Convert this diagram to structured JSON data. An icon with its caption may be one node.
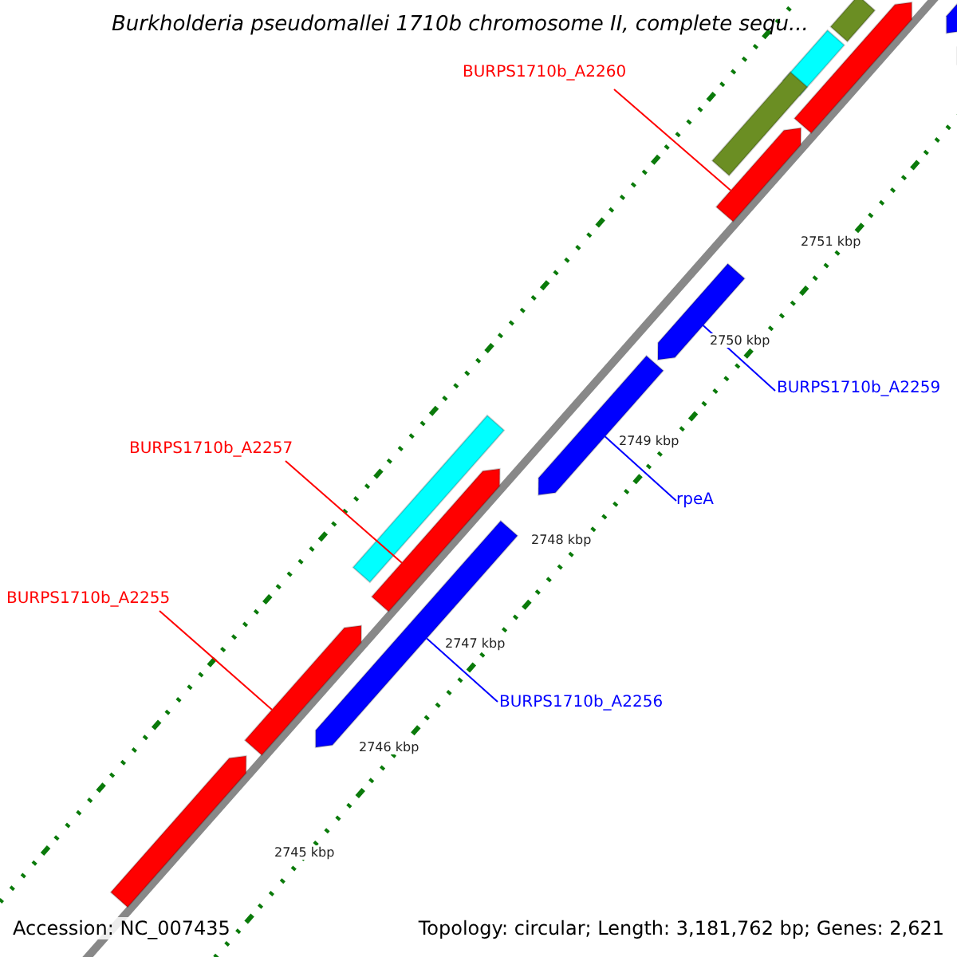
{
  "diagram": {
    "title": "Burkholderia pseudomallei 1710b chromosome II, complete sequ...",
    "nodes": [
      {
        "text": [
          "BURPS1710b_A2260"
        ]
      },
      {
        "text": [
          "BURPS1710b_A2259"
        ]
      },
      {
        "text": [
          "BURPS1710b_A2257"
        ]
      },
      {
        "text": [
          "rpeA"
        ]
      },
      {
        "text": [
          "BURPS1710b_A2255"
        ]
      },
      {
        "text": [
          "BURPS1710b_A2256"
        ]
      },
      {
        "text": [],
        "shape": "arrow"
      },
      {
        "text": [],
        "shape": "arrow"
      },
      {
        "text": [],
        "shape": "arrow"
      },
      {
        "text": [],
        "shape": "arrow"
      },
      {
        "text": [],
        "shape": "arrow"
      },
      {
        "text": [],
        "shape": "arrow"
      },
      {
        "text": [],
        "shape": "bar"
      },
      {
        "text": [],
        "shape": "bar"
      },
      {
        "text": [],
        "shape": "arrow"
      },
      {
        "text": [],
        "shape": "arrow"
      },
      {
        "text": [],
        "shape": "bar"
      },
      {
        "text": [],
        "shape": "arrow"
      },
      {
        "text": [],
        "shape": "bar"
      },
      {
        "text": [],
        "shape": "arrow"
      }
    ],
    "edges": [
      {
        "from": 0,
        "to": 6,
        "arrow": "none",
        "color": "#ff0000"
      },
      {
        "from": 1,
        "to": 7,
        "arrow": "none",
        "color": "#0000ff"
      },
      {
        "from": 2,
        "to": 8,
        "arrow": "none",
        "color": "#ff0000"
      },
      {
        "from": 3,
        "to": 9,
        "arrow": "none",
        "color": "#0000ff"
      },
      {
        "from": 4,
        "to": 10,
        "arrow": "none",
        "color": "#ff0000"
      },
      {
        "from": 5,
        "to": 11,
        "arrow": "none",
        "color": "#0000ff"
      }
    ],
    "labels": [
      "2751 kbp",
      "2750 kbp",
      "2749 kbp",
      "2748 kbp",
      "2747 kbp",
      "2746 kbp",
      "2745 kbp",
      "Accession: NC_007435",
      "Topology: circular; Length: 3,181,762 bp; Genes: 2,621"
    ]
  }
}
